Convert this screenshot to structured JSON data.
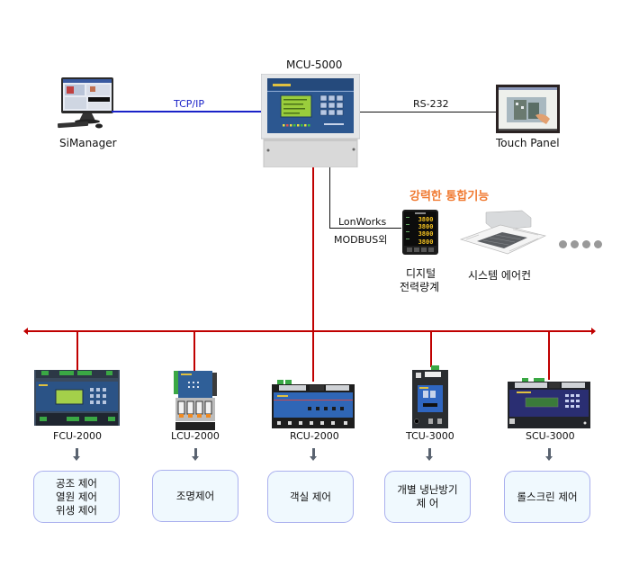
{
  "hub": {
    "name": "MCU-5000",
    "screen_title": "MCU - 5000"
  },
  "links": {
    "left_protocol": "TCP/IP",
    "right_protocol": "RS-232",
    "lower_protocol_line1": "LonWorks",
    "lower_protocol_line2": "MODBUS외"
  },
  "left_node": {
    "name": "SiManager"
  },
  "right_node": {
    "name": "Touch Panel"
  },
  "integration": {
    "title": "강력한 통합기능",
    "title_color": "#f07a32",
    "items": [
      {
        "name_line1": "디지털",
        "name_line2": "전력량계",
        "meter_readings": [
          "3800",
          "3800",
          "3800",
          "3800"
        ]
      },
      {
        "name_line1": "시스템 에어컨",
        "name_line2": ""
      }
    ],
    "more_indicator": "more-dots"
  },
  "bus": {
    "color": "#c00000"
  },
  "controllers": [
    {
      "name": "FCU-2000",
      "functions": [
        "공조 제어",
        "열원 제어",
        "위생 제어"
      ]
    },
    {
      "name": "LCU-2000",
      "functions": [
        "조명제어"
      ]
    },
    {
      "name": "RCU-2000",
      "functions": [
        "객실 제어"
      ]
    },
    {
      "name": "TCU-3000",
      "functions": [
        "개별 냉난방기",
        "제 어"
      ]
    },
    {
      "name": "SCU-3000",
      "functions": [
        "롤스크린 제어"
      ]
    }
  ]
}
